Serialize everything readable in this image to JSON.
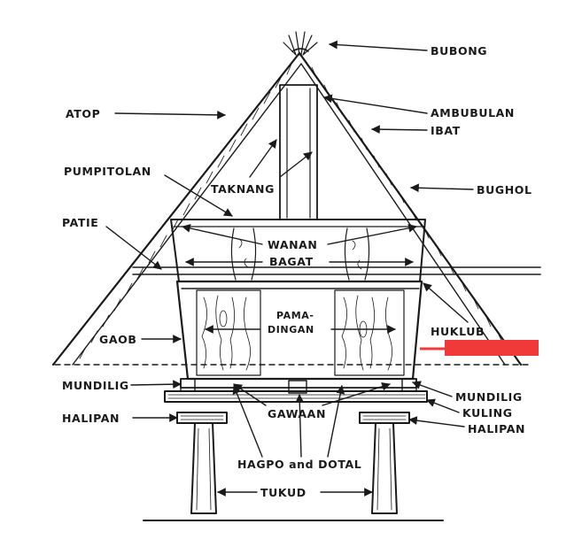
{
  "labels": {
    "bubong": "BUBONG",
    "ambubulan": "AMBUBULAN",
    "ibat": "IBAT",
    "atop": "ATOP",
    "pumpitolan": "PUMPITOLAN",
    "taknang": "TAKNANG",
    "bughol": "BUGHOL",
    "patie": "PATIE",
    "wanan": "WANAN",
    "bagat": "BAGAT",
    "pamadingan_1": "PAMA-",
    "pamadingan_2": "DINGAN",
    "gaob": "GAOB",
    "huklub": "HUKLUB",
    "mundilig_left": "MUNDILIG",
    "mundilig_right": "MUNDILIG",
    "kuling": "KULING",
    "halipan_left": "HALIPAN",
    "halipan_right": "HALIPAN",
    "gawaan": "GAWAAN",
    "hagpo_dotal": "HAGPO and DOTAL",
    "tukud": "TUKUD"
  },
  "colors": {
    "ink": "#1a1a1a",
    "redaction": "#f03a3a",
    "background": "#ffffff"
  }
}
